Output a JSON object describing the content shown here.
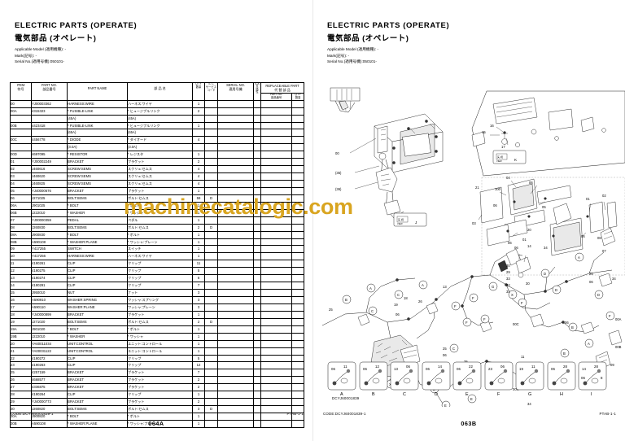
{
  "left": {
    "title_en": "ELECTRIC PARTS  (OPERATE)",
    "title_jp": "電気部品 (オペレート)",
    "meta": {
      "model": "Applicable Model (適用機種): -",
      "mark": "Mark(記号): -",
      "serial": "Serial No.(適用号機):050101-"
    },
    "headers": {
      "item_en": "ITEM",
      "item_jp": "符号",
      "partno_en": "PART NO.",
      "partno_jp": "部品番号",
      "partname_en": "PART NAME",
      "partname_jp": "部 品 名",
      "qty_en": "Q'TY",
      "qty_jp": "数量",
      "sc1": "S. C",
      "sc2": "サービス",
      "sc3": "コード",
      "serial_en": "SERIAL NO.",
      "serial_jp": "適用号機",
      "ica1": "ICA",
      "ica2": "互",
      "ica3": "換",
      "ica4": "性",
      "repl_en": "REPLACEABLE PART",
      "repl_jp": "代 替 部 品",
      "repl_pno_en": "PART NO.",
      "repl_pno_jp": "部品番号",
      "repl_qty_en": "Q'TY",
      "repl_qty_jp": "数量"
    },
    "rows": [
      {
        "item": "00",
        "pno": "YJ00003362",
        "name": "HARNESS:WIRE",
        "jp": "ハーネス:ワイヤ",
        "qty": "1",
        "sc": ""
      },
      {
        "item": "00A",
        "pno": "4315323",
        "name": "* FUSIBLE-LINK",
        "jp": "* ヒュージブルリンク",
        "qty": "2",
        "sc": ""
      },
      {
        "item": "",
        "pno": "",
        "name": "(45A)",
        "jp": "(45A)",
        "qty": "",
        "sc": ""
      },
      {
        "item": "00B",
        "pno": "4423418",
        "name": "* FUSIBLE-LINK",
        "jp": "* ヒュージブルリンク",
        "qty": "1",
        "sc": ""
      },
      {
        "item": "",
        "pno": "",
        "name": "(65A)",
        "jp": "(65A)",
        "qty": "",
        "sc": ""
      },
      {
        "item": "00C",
        "pno": "4456778",
        "name": "* DIODE",
        "jp": "* ダイオード",
        "qty": "4",
        "sc": ""
      },
      {
        "item": "",
        "pno": "",
        "name": "(3.0A)",
        "jp": "(3.0A)",
        "qty": "",
        "sc": ""
      },
      {
        "item": "00D",
        "pno": "4697095",
        "name": "* RESISTOR",
        "jp": "* レジスタ",
        "qty": "1",
        "sc": ""
      },
      {
        "item": "01",
        "pno": "YJ00002249",
        "name": "BRACKET",
        "jp": "ブラケット",
        "qty": "2",
        "sc": ""
      },
      {
        "item": "02",
        "pno": "J460616",
        "name": "SCREW:SEMS",
        "jp": "スクリュ:セムス",
        "qty": "4",
        "sc": ""
      },
      {
        "item": "03",
        "pno": "J460620",
        "name": "SCREW:SEMS",
        "jp": "スクリュ:セムス",
        "qty": "4",
        "sc": ""
      },
      {
        "item": "04",
        "pno": "J460825",
        "name": "SCREW:SEMS",
        "jp": "スクリュ:セムス",
        "qty": "4",
        "sc": ""
      },
      {
        "item": "05",
        "pno": "YJ40000676",
        "name": "BRACKET",
        "jp": "ブラケット",
        "qty": "1",
        "sc": ""
      },
      {
        "item": "06",
        "pno": "J271025",
        "name": "BOLT:SEMS",
        "jp": "ボルト:セムス",
        "qty": "59",
        "sc": "D"
      },
      {
        "item": "06A",
        "pno": "J901025",
        "name": "* BOLT",
        "jp": "* ボルト",
        "qty": "1",
        "sc": ""
      },
      {
        "item": "06B",
        "pno": "J222010",
        "name": "* WASHER",
        "jp": "* ワッシャ",
        "qty": "1",
        "sc": ""
      },
      {
        "item": "07",
        "pno": "YJ00000359",
        "name": "PEDAL",
        "jp": "ペダル",
        "qty": "1",
        "sc": ""
      },
      {
        "item": "08",
        "pno": "J260830",
        "name": "BOLT:SEMS",
        "jp": "ボルト:セムス",
        "qty": "2",
        "sc": "D"
      },
      {
        "item": "08A",
        "pno": "J900830",
        "name": "* BOLT",
        "jp": "* ボルト",
        "qty": "1",
        "sc": ""
      },
      {
        "item": "08B",
        "pno": "A590108",
        "name": "* WASHER:PLANE",
        "jp": "* ワッシャ:プレーン",
        "qty": "1",
        "sc": ""
      },
      {
        "item": "09",
        "pno": "Y417255",
        "name": "SWITCH",
        "jp": "スイッチ",
        "qty": "1",
        "sc": ""
      },
      {
        "item": "10",
        "pno": "Y417256",
        "name": "HARNESS:WIRE",
        "jp": "ハーネス:ワイヤ",
        "qty": "1",
        "sc": ""
      },
      {
        "item": "11",
        "pno": "4190261",
        "name": "CLIP",
        "jp": "クリップ",
        "qty": "11",
        "sc": ""
      },
      {
        "item": "12",
        "pno": "4190275",
        "name": "CLIP",
        "jp": "クリップ",
        "qty": "5",
        "sc": ""
      },
      {
        "item": "13",
        "pno": "4190274",
        "name": "CLIP",
        "jp": "クリップ",
        "qty": "6",
        "sc": ""
      },
      {
        "item": "14",
        "pno": "4190291",
        "name": "CLIP",
        "jp": "クリップ",
        "qty": "7",
        "sc": ""
      },
      {
        "item": "15",
        "pno": "J950010",
        "name": "NUT",
        "jp": "ナット",
        "qty": "3",
        "sc": ""
      },
      {
        "item": "16",
        "pno": "A590910",
        "name": "WASHER:SPRING",
        "jp": "ワッシャ:スプリング",
        "qty": "3",
        "sc": ""
      },
      {
        "item": "17",
        "pno": "A590110",
        "name": "WASHER:PLANE",
        "jp": "ワッシャ:プレーン",
        "qty": "3",
        "sc": ""
      },
      {
        "item": "18",
        "pno": "YJ40000899",
        "name": "BRACKET",
        "jp": "ブラケット",
        "qty": "1",
        "sc": ""
      },
      {
        "item": "19",
        "pno": "J271020",
        "name": "BOLT:SEMS",
        "jp": "ボルト:セムス",
        "qty": "2",
        "sc": "D"
      },
      {
        "item": "19A",
        "pno": "J901020",
        "name": "* BOLT",
        "jp": "* ボルト",
        "qty": "1",
        "sc": ""
      },
      {
        "item": "19B",
        "pno": "J222010",
        "name": "* WASHER",
        "jp": "* ワッシャ",
        "qty": "1",
        "sc": ""
      },
      {
        "item": "20",
        "pno": "YA60011034",
        "name": "UNIT:CONTROL",
        "jp": "ユニット:コントロール",
        "qty": "1",
        "sc": ""
      },
      {
        "item": "21",
        "pno": "YA00031122",
        "name": "UNIT:CONTROL",
        "jp": "ユニット:コントロール",
        "qty": "1",
        "sc": ""
      },
      {
        "item": "22",
        "pno": "4190272",
        "name": "CLIP",
        "jp": "クリップ",
        "qty": "5",
        "sc": ""
      },
      {
        "item": "23",
        "pno": "4190263",
        "name": "CLIP",
        "jp": "クリップ",
        "qty": "12",
        "sc": ""
      },
      {
        "item": "25",
        "pno": "4257159",
        "name": "BRACKET",
        "jp": "ブラケット",
        "qty": "7",
        "sc": ""
      },
      {
        "item": "26",
        "pno": "4668577",
        "name": "BRACKET",
        "jp": "ブラケット",
        "qty": "2",
        "sc": ""
      },
      {
        "item": "27",
        "pno": "4336875",
        "name": "BRACKET",
        "jp": "ブラケット",
        "qty": "2",
        "sc": ""
      },
      {
        "item": "28",
        "pno": "4190264",
        "name": "CLIP",
        "jp": "クリップ",
        "qty": "1",
        "sc": ""
      },
      {
        "item": "29",
        "pno": "YJ40000773",
        "name": "BRACKET",
        "jp": "ブラケット",
        "qty": "2",
        "sc": ""
      },
      {
        "item": "30",
        "pno": "J260820",
        "name": "BOLT:SEMS",
        "jp": "ボルト:セムス",
        "qty": "3",
        "sc": "D"
      },
      {
        "item": "30A",
        "pno": "J900820",
        "name": "* BOLT",
        "jp": "* ボルト",
        "qty": "1",
        "sc": ""
      },
      {
        "item": "30B",
        "pno": "A590108",
        "name": "* WASHER:PLANE",
        "jp": "* ワッシャ:プレーン",
        "qty": "1",
        "sc": ""
      }
    ],
    "code": "CODE:DCYJ60001839-1",
    "ptab": "PTAB-1-1",
    "page": "064A"
  },
  "right": {
    "title_en": "ELECTRIC PARTS  (OPERATE)",
    "title_jp": "電気部品 (オペレート)",
    "meta": {
      "model": "Applicable Model (適用機種): -",
      "mark": "Mark(記号): -",
      "serial": "Serial No.(適用号機):050101-"
    },
    "drawing_code": "DCYJ60001839",
    "code": "CODE:DCYJ60001839-1",
    "ptab": "PTAB-1-1",
    "page": "063B",
    "detail_boxes": [
      {
        "letter": "A",
        "nums": [
          "06",
          "11"
        ]
      },
      {
        "letter": "B",
        "nums": [
          "06",
          "12"
        ]
      },
      {
        "letter": "C",
        "nums": [
          "13",
          "06"
        ]
      },
      {
        "letter": "D",
        "nums": [
          "06",
          "14"
        ]
      },
      {
        "letter": "E",
        "nums": [
          "06",
          "22"
        ]
      },
      {
        "letter": "F",
        "nums": [
          "23",
          "06"
        ]
      },
      {
        "letter": "G",
        "nums": [
          "19",
          "11"
        ]
      },
      {
        "letter": "H",
        "nums": [
          "06",
          "28"
        ]
      },
      {
        "letter": "I",
        "nums": [
          "14",
          "28",
          "06",
          "8"
        ]
      }
    ],
    "callout_letters": [
      "A",
      "B",
      "C",
      "D",
      "E",
      "F",
      "G",
      "X",
      "J",
      "K"
    ],
    "diagram_labels": [
      "00",
      "(35)",
      "(36)",
      "01",
      "03",
      "04",
      "05",
      "06",
      "07",
      "08",
      "09",
      "11",
      "13",
      "14",
      "15",
      "16",
      "17",
      "18",
      "19",
      "20",
      "21",
      "22",
      "23",
      "25",
      "26",
      "28",
      "29",
      "30",
      "31",
      "32",
      "33",
      "34",
      "100",
      "00A",
      "00B",
      "00C",
      "00D"
    ]
  },
  "watermark": "machinecatalogic.com"
}
